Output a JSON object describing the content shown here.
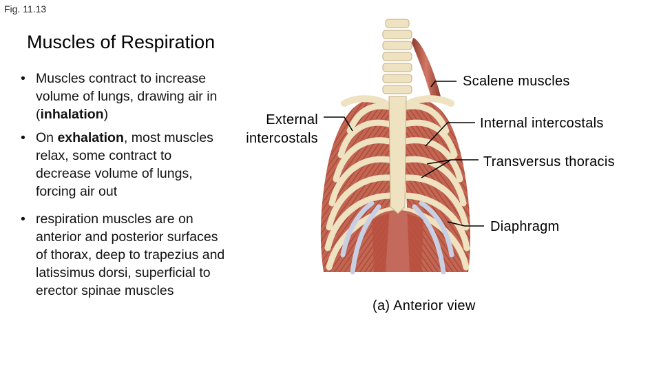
{
  "figure_label": "Fig. 11.13",
  "title": "Muscles of Respiration",
  "bullets": [
    {
      "parts": [
        "Muscles contract to increase volume of lungs, drawing air in (",
        "inhalation",
        ")"
      ]
    },
    {
      "parts": [
        "On ",
        "exhalation",
        ", most muscles relax, some contract to decrease volume of lungs, forcing air out"
      ]
    },
    {
      "parts": [
        "respiration muscles are on anterior and posterior surfaces of thorax, deep to trapezius and latissimus dorsi, superficial to erector spinae muscles"
      ]
    }
  ],
  "labels": {
    "external_line1": "External",
    "external_line2": "intercostals",
    "scalene": "Scalene muscles",
    "internal": "Internal intercostals",
    "transversus": "Transversus thoracis",
    "diaphragm": "Diaphragm",
    "caption": "(a) Anterior view"
  },
  "colors": {
    "muscle": "#c0604e",
    "muscle_dark": "#8e3a2e",
    "bone": "#eee2c0",
    "cartilage": "#c9cfe3"
  }
}
